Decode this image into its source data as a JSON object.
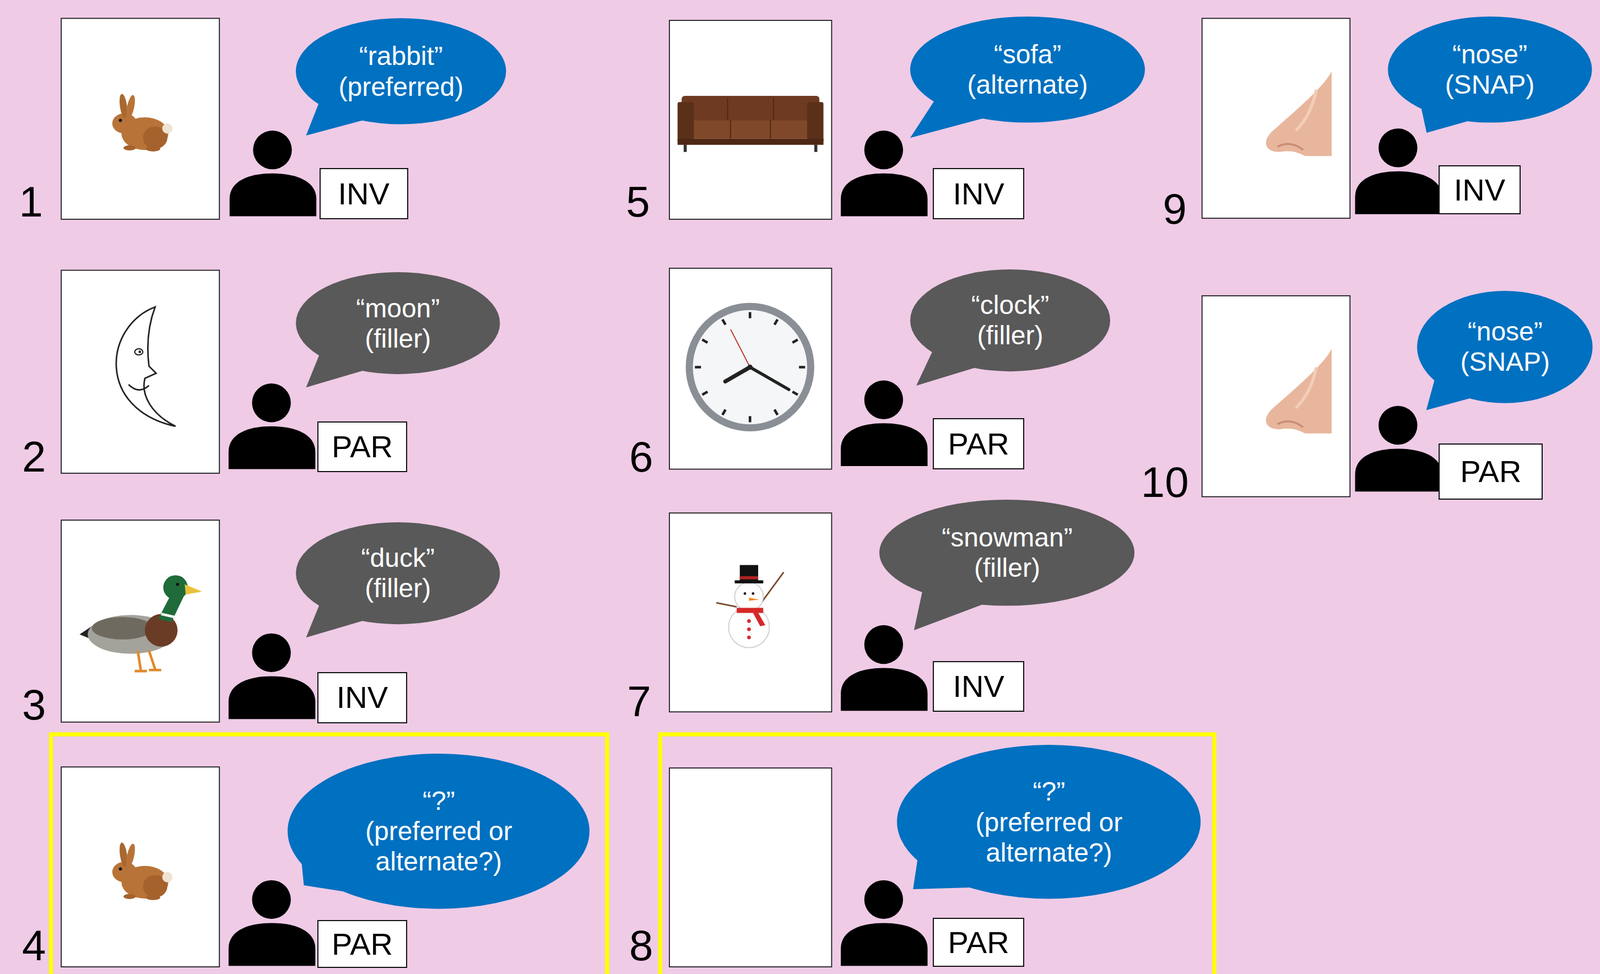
{
  "diagram": {
    "nodes": [
      {
        "text": [
          "“rabbit”",
          "(preferred)"
        ]
      },
      {
        "text": [
          "INV"
        ]
      },
      {
        "text": [
          "“moon”",
          "(filler)"
        ]
      },
      {
        "text": [
          "PAR"
        ]
      },
      {
        "text": [
          "“duck”",
          "(filler)"
        ]
      },
      {
        "text": [
          "INV"
        ]
      },
      {
        "text": [
          "“?”",
          "(preferred or alternate?)"
        ]
      },
      {
        "text": [
          "PAR"
        ]
      },
      {
        "text": [
          "“sofa”",
          "(alternate)"
        ]
      },
      {
        "text": [
          "INV"
        ]
      },
      {
        "text": [
          "“clock”",
          "(filler)"
        ]
      },
      {
        "text": [
          "PAR"
        ]
      },
      {
        "text": [
          "“snowman”",
          "(filler)"
        ]
      },
      {
        "text": [
          "INV"
        ]
      },
      {
        "text": [
          "“?”",
          "(preferred or alternate?)"
        ]
      },
      {
        "text": [
          "PAR"
        ]
      },
      {
        "text": [
          "“nose”",
          "(SNAP)"
        ]
      },
      {
        "text": [
          "INV"
        ]
      },
      {
        "text": [
          "“nose”",
          "(SNAP)"
        ]
      },
      {
        "text": [
          "PAR"
        ]
      }
    ],
    "labels": [
      "1",
      "2",
      "3",
      "4",
      "5",
      "6",
      "7",
      "8",
      "9",
      "10"
    ]
  }
}
